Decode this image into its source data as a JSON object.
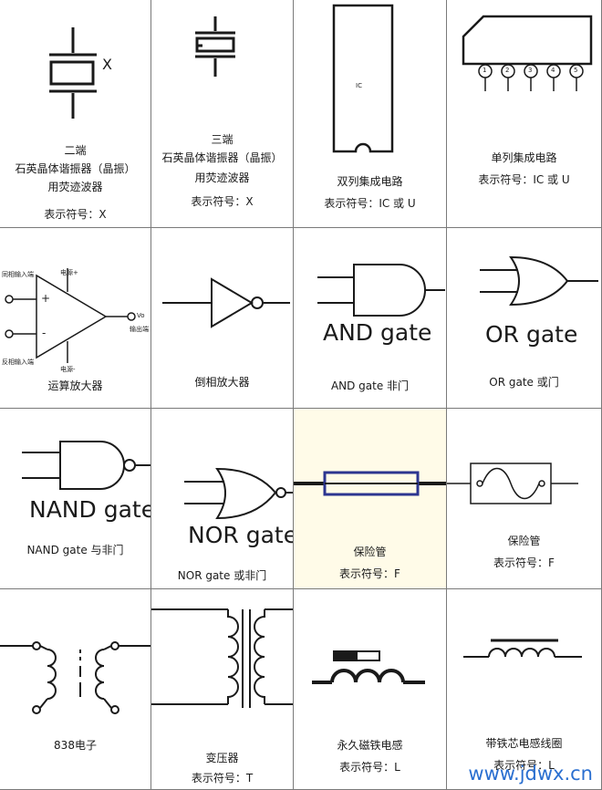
{
  "cells": {
    "r1c1": {
      "letter": "X",
      "l1": "二端",
      "l2": "石英晶体谐振器（晶振）",
      "l3": "用荧迹波器",
      "l4": "表示符号：X"
    },
    "r1c2": {
      "l1": "三端",
      "l2": "石英晶体谐振器（晶振）",
      "l3": "用荧迹波器",
      "l4": "表示符号：X"
    },
    "r1c3": {
      "chip": "IC",
      "l1": "双列集成电路",
      "l2": "表示符号：IC 或 U"
    },
    "r1c4": {
      "pins": [
        "1",
        "2",
        "3",
        "4",
        "5"
      ],
      "l1": "单列集成电路",
      "l2": "表示符号：IC 或 U"
    },
    "r2c1": {
      "t1": "同相输入端",
      "t2": "电源+",
      "t3": "反相输入端",
      "t4": "电源-",
      "t5": "输出端",
      "plus": "+",
      "minus": "-",
      "vo": "Vo",
      "l1": "运算放大器"
    },
    "r2c2": {
      "l1": "倒相放大器"
    },
    "r2c3": {
      "big": "AND gate",
      "l1": "AND gate 非门"
    },
    "r2c4": {
      "big": "OR gate",
      "l1": "OR gate 或门"
    },
    "r3c1": {
      "big": "NAND gate",
      "l1": "NAND gate 与非门"
    },
    "r3c2": {
      "big": "NOR gate",
      "l1": "NOR gate 或非门"
    },
    "r3c3": {
      "l1": "保险管",
      "l2": "表示符号：F"
    },
    "r3c4": {
      "l1": "保险管",
      "l2": "表示符号：F"
    },
    "r4c1": {
      "l1": "838电子"
    },
    "r4c2": {
      "l1": "变压器",
      "l2": "表示符号：T"
    },
    "r4c3": {
      "l1": "永久磁铁电感",
      "l2": "表示符号：L"
    },
    "r4c4": {
      "l1": "带铁芯电感线圈",
      "l2": "表示符号：L"
    }
  },
  "watermark": "www.jdwx.cn",
  "colors": {
    "line": "#1a1a1a",
    "fuse_blue": "#2c3590",
    "fuse_fill": "#fffbe8",
    "watermark": "#2a6fd0"
  }
}
